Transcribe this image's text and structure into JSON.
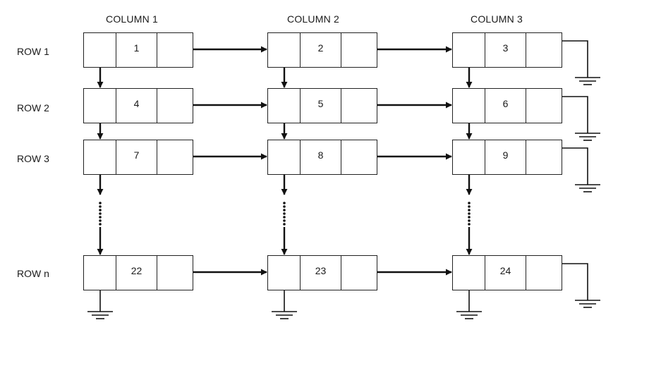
{
  "columns": [
    "COLUMN 1",
    "COLUMN 2",
    "COLUMN 3"
  ],
  "rows": [
    "ROW 1",
    "ROW 2",
    "ROW 3",
    "ROW n"
  ],
  "nodes": [
    [
      "1",
      "2",
      "3"
    ],
    [
      "4",
      "5",
      "6"
    ],
    [
      "7",
      "8",
      "9"
    ],
    [
      "22",
      "23",
      "24"
    ]
  ],
  "colors": {
    "line": "#111111",
    "box": "#222222",
    "text": "#1a1a1a"
  }
}
